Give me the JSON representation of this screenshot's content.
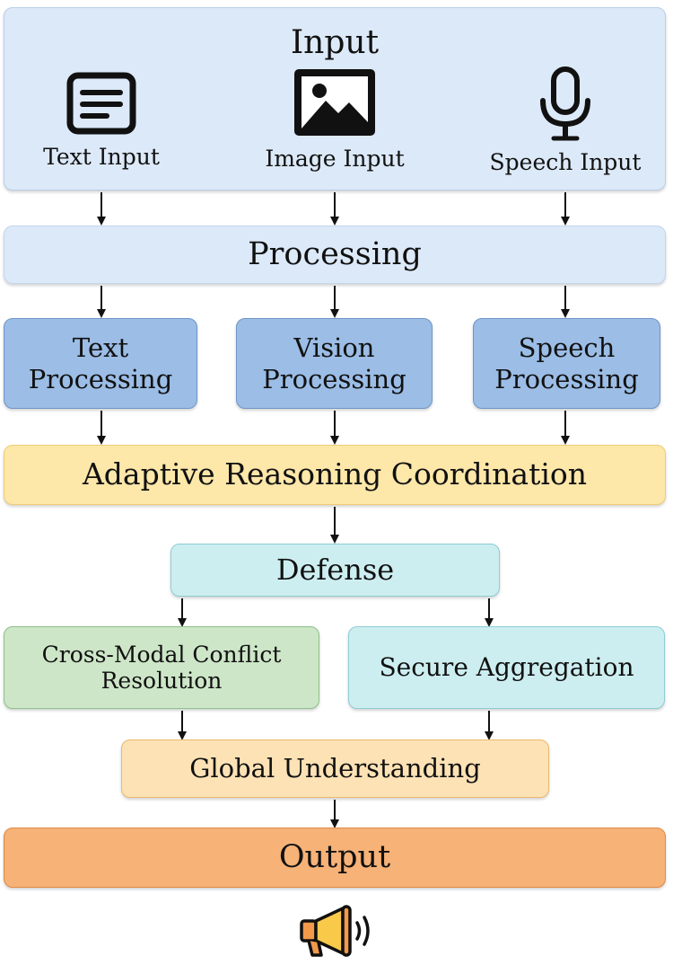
{
  "input": {
    "title": "Input",
    "items": [
      {
        "label": "Text Input",
        "icon": "document-icon"
      },
      {
        "label": "Image Input",
        "icon": "image-icon"
      },
      {
        "label": "Speech Input",
        "icon": "microphone-icon"
      }
    ]
  },
  "processing": {
    "title": "Processing",
    "modules": [
      {
        "line1": "Text",
        "line2": "Processing"
      },
      {
        "line1": "Vision",
        "line2": "Processing"
      },
      {
        "line1": "Speech",
        "line2": "Processing"
      }
    ]
  },
  "coordination": {
    "label": "Adaptive Reasoning Coordination"
  },
  "defense": {
    "label": "Defense",
    "branches": [
      {
        "line1": "Cross-Modal Conflict",
        "line2": "Resolution"
      },
      {
        "label": "Secure Aggregation"
      }
    ]
  },
  "global": {
    "label": "Global Understanding"
  },
  "output": {
    "label": "Output",
    "icon": "megaphone-icon"
  },
  "colors": {
    "input_bg": "#dce9f8",
    "module_bg": "#9bbde6",
    "coordination_bg": "#fde7a9",
    "defense_bg": "#cdeef0",
    "conflict_bg": "#cde6c8",
    "global_bg": "#fde2b5",
    "output_bg": "#f6b277"
  }
}
